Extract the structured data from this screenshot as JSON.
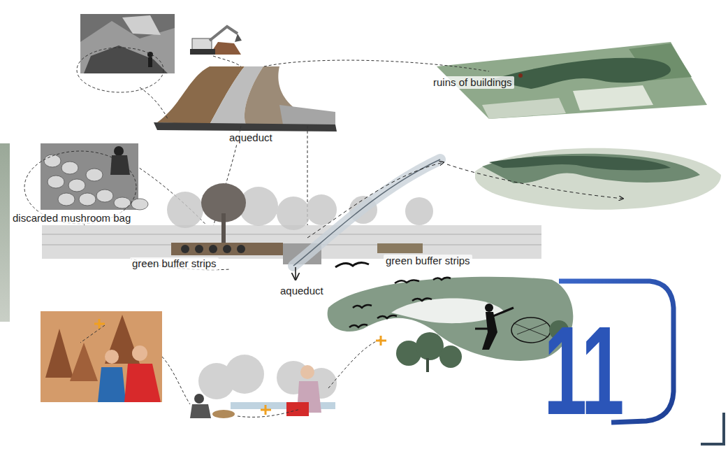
{
  "diagram": {
    "labels": [
      "ruins of buildings",
      "aqueduct",
      "discarded mushroom bag",
      "green buffer strips",
      "green buffer strips",
      "aqueduct",
      "11"
    ]
  }
}
